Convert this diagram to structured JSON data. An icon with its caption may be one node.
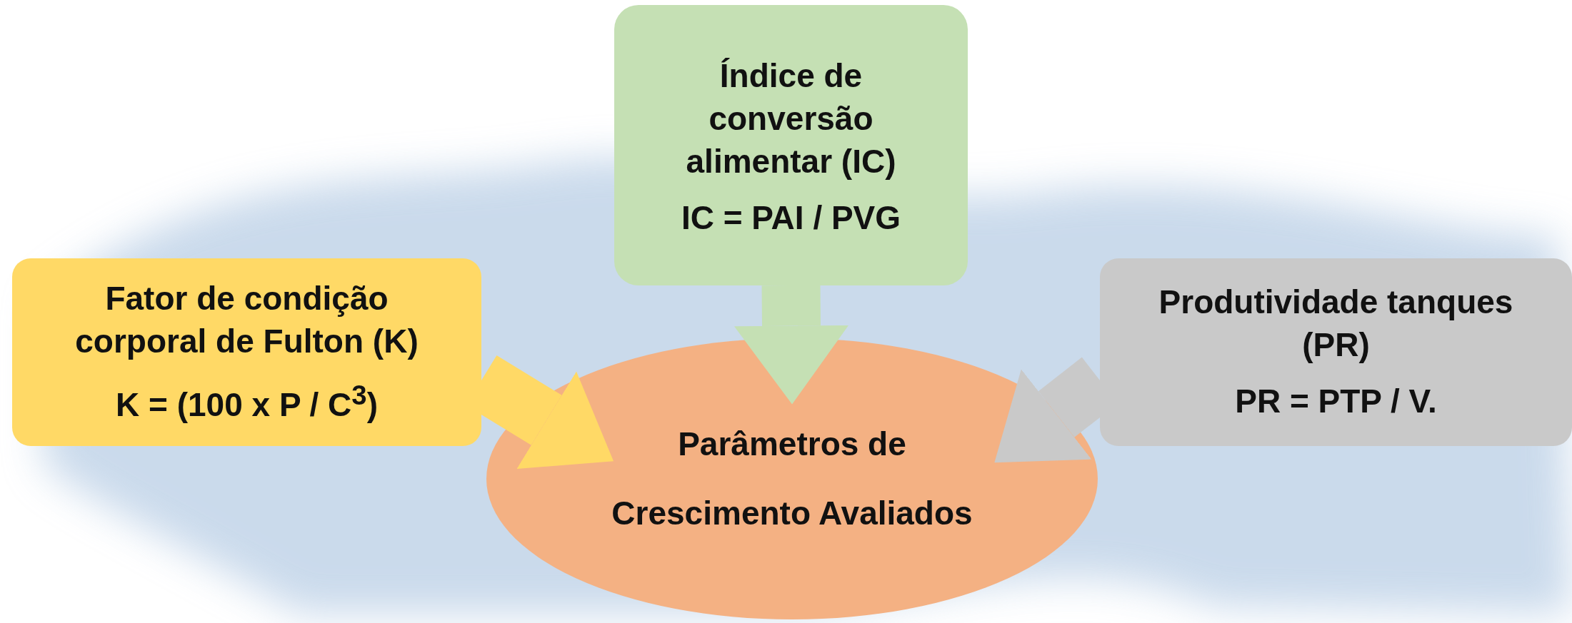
{
  "diagram": {
    "nodes": [
      {
        "text": [
          "Índice de conversão alimentar (IC)",
          "IC = PAI / PVG"
        ]
      },
      {
        "text": [
          "Fator de condição corporal de Fulton (K)",
          "K = (100 x P / C$^{3}$)"
        ]
      },
      {
        "text": [
          "Produtividade tanques (PR)",
          "PR = PTP / V."
        ]
      },
      {
        "text": [
          "Parâmetros de Crescimento Avaliados"
        ]
      }
    ],
    "edges": [
      {
        "from": 0,
        "to": 3,
        "arrow": "to",
        "color": "#c5e0b4"
      },
      {
        "from": 1,
        "to": 3,
        "arrow": "to",
        "color": "#ffd966"
      },
      {
        "from": 2,
        "to": 3,
        "arrow": "to",
        "color": "#c9c9c9"
      }
    ]
  }
}
